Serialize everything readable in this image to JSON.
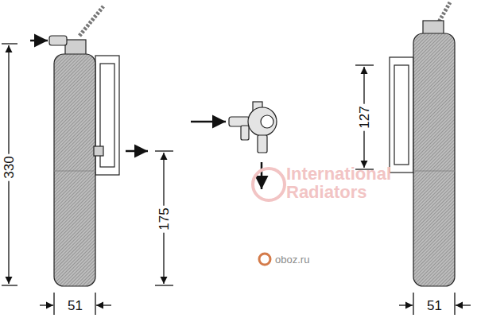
{
  "diagram": {
    "labels": [
      "330",
      "175",
      "127",
      "51",
      "51",
      "International Radiators",
      "oboz.ru"
    ]
  }
}
